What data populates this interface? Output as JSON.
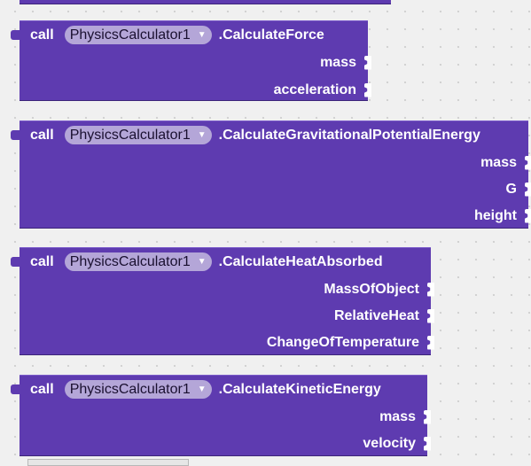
{
  "blocks": [
    {
      "call": "call",
      "component": "PhysicsCalculator1",
      "method": ".CalculateForce",
      "params": [
        "mass",
        "acceleration"
      ]
    },
    {
      "call": "call",
      "component": "PhysicsCalculator1",
      "method": ".CalculateGravitationalPotentialEnergy",
      "params": [
        "mass",
        "G",
        "height"
      ]
    },
    {
      "call": "call",
      "component": "PhysicsCalculator1",
      "method": ".CalculateHeatAbsorbed",
      "params": [
        "MassOfObject",
        "RelativeHeat",
        "ChangeOfTemperature"
      ]
    },
    {
      "call": "call",
      "component": "PhysicsCalculator1",
      "method": ".CalculateKineticEnergy",
      "params": [
        "mass",
        "velocity"
      ]
    }
  ],
  "colors": {
    "block": "#5e3bb0",
    "dropdown": "#b4a6d8",
    "workspace": "#f0f0f0"
  },
  "icons": {
    "dropdown": "dropdown-arrow-icon",
    "socket": "input-socket-icon"
  }
}
